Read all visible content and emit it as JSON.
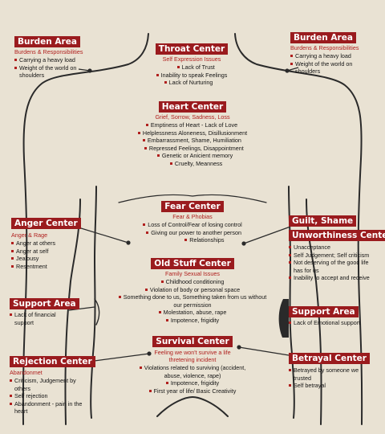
{
  "burden_left": {
    "title": "Burden Area",
    "subtitle": "Burdens & Responsibilities",
    "items": [
      "Carrying a heavy load",
      "Weight of the world on shoulders"
    ]
  },
  "throat": {
    "title": "Throat Center",
    "subtitle": "Self Expression Issues",
    "items": [
      "Lack of Trust",
      "Inability to speak Feelings",
      "Lack of Nurturing"
    ]
  },
  "burden_right": {
    "title": "Burden Area",
    "subtitle": "Burdens & Responsibilities",
    "items": [
      "Carrying a heavy load",
      "Weight of the world on shoulders"
    ]
  },
  "heart": {
    "title": "Heart Center",
    "subtitle": "Grief, Sorrow, Sadness, Loss",
    "items": [
      "Emptiness of Heart - Lack of Love",
      "Helplessness Aloneness, Disillusionment",
      "Embarrassment, Shame, Humiliation",
      "Repressed Feelings, Disappointment",
      "Genetic or Anicient memory",
      "Cruelty, Meanness"
    ]
  },
  "fear": {
    "title": "Fear Center",
    "subtitle": "Fear & Phobias",
    "items": [
      "Loss of Control/Fear of losing control",
      "Giving our power to another person",
      "Relationships"
    ]
  },
  "anger": {
    "title": "Anger Center",
    "subtitle": "Anger & Rage",
    "items": [
      "Anger at others",
      "Anger at self",
      "Jealousy",
      "Resentment"
    ]
  },
  "guilt": {
    "title1": "Guilt, Shame",
    "title2": "Unworthiness Center",
    "items": [
      "Unacceptance",
      "Self Judgement; Self criticism",
      "Not deserving of the good life has for us",
      "Inability to accept and receive"
    ]
  },
  "old_stuff": {
    "title": "Old Stuff Center",
    "subtitle": "Family Sexual Issues",
    "items": [
      "Childhood conditioning",
      "Violation of body or personal space",
      "Something done to us, Something taken from us without our permission",
      "Molestation, abuse, rape",
      "Impotence, frigidity"
    ]
  },
  "support_left": {
    "title": "Support Area",
    "items": [
      "Lack of financial support"
    ]
  },
  "support_right": {
    "title": "Support Area",
    "items": [
      "Lack of Emotional support"
    ]
  },
  "survival": {
    "title": "Survival Center",
    "subtitle": "Feeling we won't survive a life thretening incident",
    "items": [
      "Violations related to surviving (accident, abuse, violence, rape)",
      "Impotence, frigidity",
      "First year of life/ Basic Creativity"
    ]
  },
  "rejection": {
    "title": "Rejection Center",
    "subtitle": "Abandonmet",
    "items": [
      "Criticism, Judgement by others",
      "Self rejection",
      "Abandonment - pain in the heart"
    ]
  },
  "betrayal": {
    "title": "Betrayal Center",
    "items": [
      "Betrayed by someone we trusted",
      "Self betrayal"
    ]
  }
}
